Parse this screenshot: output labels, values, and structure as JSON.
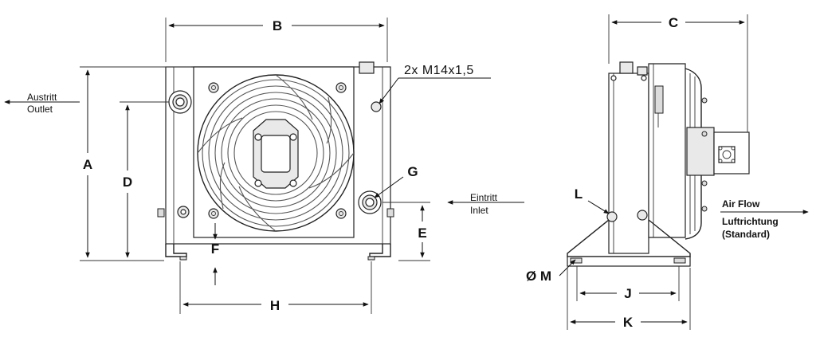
{
  "dimensions": {
    "a": "A",
    "b": "B",
    "c": "C",
    "d": "D",
    "e": "E",
    "f": "F",
    "g": "G",
    "h": "H",
    "j": "J",
    "k": "K",
    "l": "L",
    "m": "Ø M"
  },
  "thread_note": "2x M14x1,5",
  "outlet": {
    "de": "Austritt",
    "en": "Outlet"
  },
  "inlet": {
    "de": "Eintritt",
    "en": "Inlet"
  },
  "airflow": {
    "en": "Air Flow",
    "de": "Luftrichtung",
    "note": "(Standard)"
  }
}
